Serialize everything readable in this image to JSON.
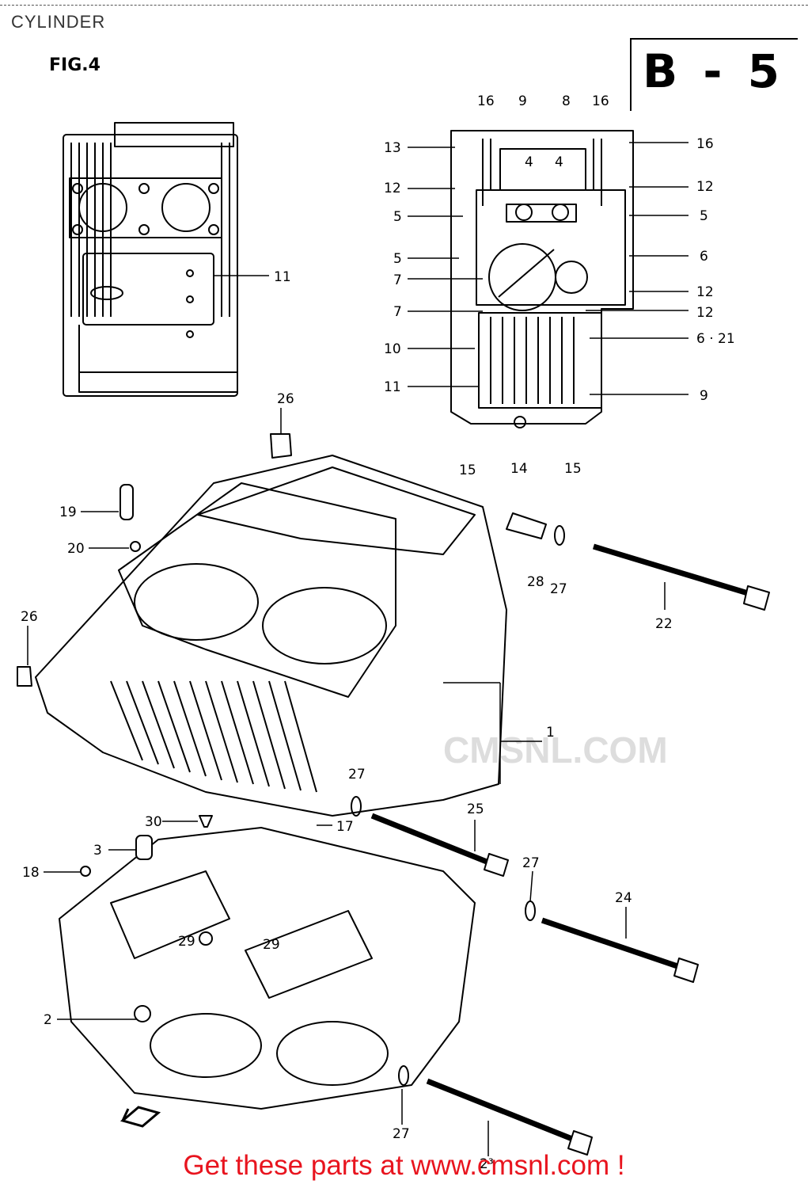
{
  "header": {
    "title": "CYLINDER"
  },
  "figure": {
    "label": "FIG.4",
    "section": "B - 5"
  },
  "watermark": "CMSNL.COM",
  "footer": {
    "link_text": "Get these parts at www.cmsnl.com !"
  },
  "callouts": [
    {
      "id": "c16a",
      "text": "16"
    },
    {
      "id": "c9a",
      "text": "9"
    },
    {
      "id": "c8",
      "text": "8"
    },
    {
      "id": "c16b",
      "text": "16"
    },
    {
      "id": "c13",
      "text": "13"
    },
    {
      "id": "c16c",
      "text": "16"
    },
    {
      "id": "c4a",
      "text": "4"
    },
    {
      "id": "c4b",
      "text": "4"
    },
    {
      "id": "c12a",
      "text": "12"
    },
    {
      "id": "c12b",
      "text": "12"
    },
    {
      "id": "c5a",
      "text": "5"
    },
    {
      "id": "c5b",
      "text": "5"
    },
    {
      "id": "c5c",
      "text": "5"
    },
    {
      "id": "c6a",
      "text": "6"
    },
    {
      "id": "c7a",
      "text": "7"
    },
    {
      "id": "c12c",
      "text": "12"
    },
    {
      "id": "c7b",
      "text": "7"
    },
    {
      "id": "c12d",
      "text": "12"
    },
    {
      "id": "c10",
      "text": "10"
    },
    {
      "id": "c621",
      "text": "6 · 21"
    },
    {
      "id": "c11b",
      "text": "11"
    },
    {
      "id": "c9b",
      "text": "9"
    },
    {
      "id": "c15a",
      "text": "15"
    },
    {
      "id": "c14",
      "text": "14"
    },
    {
      "id": "c15b",
      "text": "15"
    },
    {
      "id": "c11a",
      "text": "11"
    },
    {
      "id": "c26a",
      "text": "26"
    },
    {
      "id": "c19",
      "text": "19"
    },
    {
      "id": "c20",
      "text": "20"
    },
    {
      "id": "c28",
      "text": "28"
    },
    {
      "id": "c27a",
      "text": "27"
    },
    {
      "id": "c22",
      "text": "22"
    },
    {
      "id": "c26b",
      "text": "26"
    },
    {
      "id": "c1",
      "text": "1"
    },
    {
      "id": "c27b",
      "text": "27"
    },
    {
      "id": "c25",
      "text": "25"
    },
    {
      "id": "c30",
      "text": "30"
    },
    {
      "id": "c17",
      "text": "17"
    },
    {
      "id": "c3",
      "text": "3"
    },
    {
      "id": "c18",
      "text": "18"
    },
    {
      "id": "c27c",
      "text": "27"
    },
    {
      "id": "c24",
      "text": "24"
    },
    {
      "id": "c29a",
      "text": "29"
    },
    {
      "id": "c29b",
      "text": "29"
    },
    {
      "id": "c2",
      "text": "2"
    },
    {
      "id": "c27d",
      "text": "27"
    },
    {
      "id": "c23",
      "text": "2³"
    }
  ]
}
